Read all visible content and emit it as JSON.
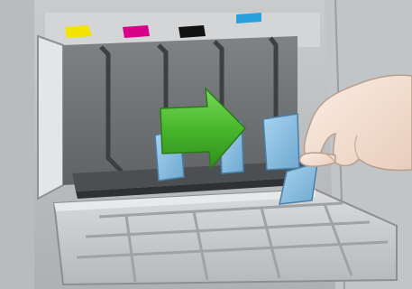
{
  "ink_colors": {
    "yellow": "#f2e400",
    "magenta": "#d8008a",
    "black": "#111111",
    "cyan": "#2aa0dc"
  },
  "arrow_color": "#49b82c",
  "latch_color": "#8cbfe0",
  "arrow_direction": "right",
  "ink_slots": [
    "yellow",
    "magenta",
    "black",
    "cyan"
  ]
}
